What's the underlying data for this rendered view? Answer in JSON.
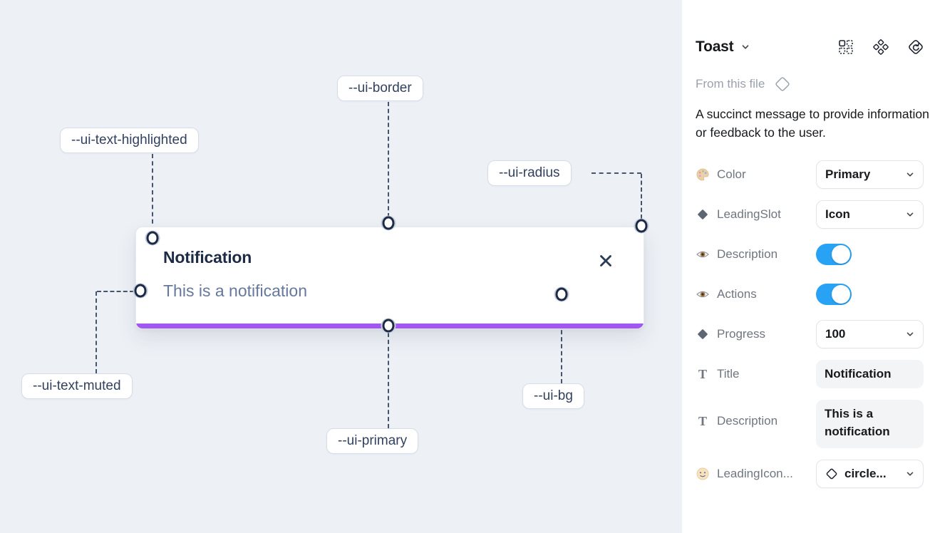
{
  "canvas": {
    "toast": {
      "title": "Notification",
      "description": "This is a notification",
      "progress_color": "#a158f2",
      "title_color": "#1e2b45",
      "muted_color": "#66789b"
    },
    "labels": {
      "border": "--ui-border",
      "text_highlighted": "--ui-text-highlighted",
      "radius": "--ui-radius",
      "text_muted": "--ui-text-muted",
      "primary": "--ui-primary",
      "bg": "--ui-bg"
    }
  },
  "panel": {
    "title": "Toast",
    "header_icons": [
      "swap-instance-icon",
      "component-icon",
      "reset-component-icon"
    ],
    "source_label": "From this file",
    "source_icon": "diamond-outline-icon",
    "description": "A succinct message to provide information or feedback to the user.",
    "text_icon_glyph": "T",
    "toggle_on_color": "#27a2f5",
    "rows": [
      {
        "icon": "palette-icon",
        "name": "Color",
        "control": "dropdown",
        "value": "Primary"
      },
      {
        "icon": "diamond-icon",
        "name": "LeadingSlot",
        "control": "dropdown",
        "value": "Icon"
      },
      {
        "icon": "eye-icon",
        "name": "Description",
        "control": "toggle",
        "state": "on"
      },
      {
        "icon": "eye-icon",
        "name": "Actions",
        "control": "toggle",
        "state": "on"
      },
      {
        "icon": "diamond-icon",
        "name": "Progress",
        "control": "dropdown",
        "value": "100"
      },
      {
        "icon": "text-icon",
        "name": "Title",
        "control": "textfield",
        "value": "Notification"
      },
      {
        "icon": "text-icon",
        "name": "Description",
        "control": "textfield",
        "value": "This is a notification"
      },
      {
        "icon": "smiley-icon",
        "name": "LeadingIcon...",
        "control": "icon-dropdown",
        "value": "circle..."
      }
    ]
  }
}
